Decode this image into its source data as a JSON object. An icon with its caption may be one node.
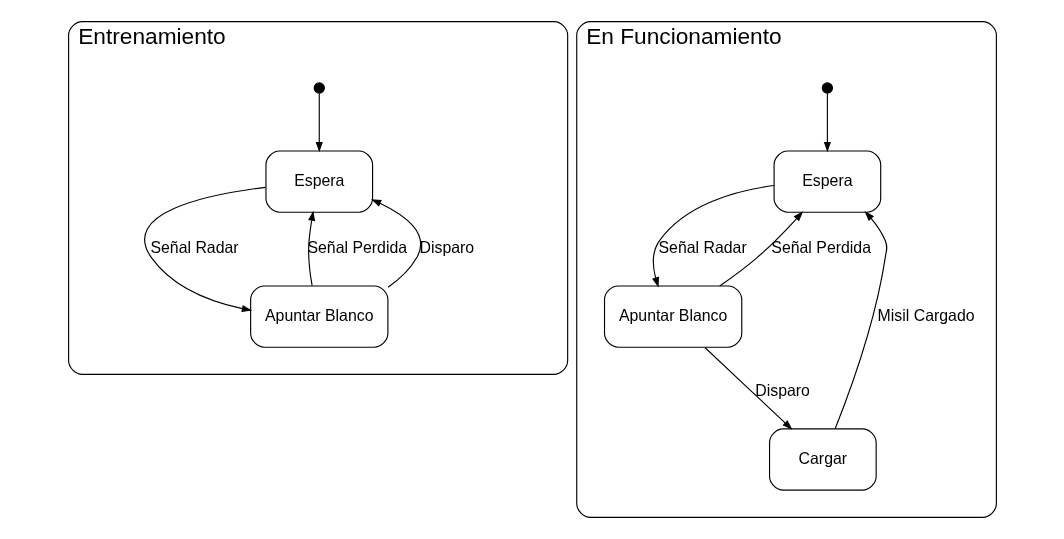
{
  "diagram": {
    "nodes": [
      {
        "text": [
          "Entrenamiento"
        ]
      },
      {
        "text": [],
        "shape": "circle",
        "in": 0
      },
      {
        "text": [
          "Espera"
        ],
        "in": 0
      },
      {
        "text": [
          "Apuntar Blanco"
        ],
        "in": 0
      },
      {
        "text": [
          "En Funcionamiento"
        ]
      },
      {
        "text": [],
        "shape": "circle",
        "in": 4
      },
      {
        "text": [
          "Espera"
        ],
        "in": 4
      },
      {
        "text": [
          "Cargar"
        ],
        "in": 4
      },
      {
        "text": [
          "Apuntar Blanco"
        ],
        "in": 4
      }
    ],
    "edges": [
      {
        "from": 1,
        "to": 2,
        "arrow": "to"
      },
      {
        "from": 2,
        "to": 3,
        "arrow": "to",
        "label": "Señal Radar"
      },
      {
        "from": 3,
        "to": 2,
        "arrow": "to",
        "label": "Señal Perdida"
      },
      {
        "from": 3,
        "to": 2,
        "arrow": "to",
        "label": "Disparo"
      },
      {
        "from": 5,
        "to": 6,
        "arrow": "to"
      },
      {
        "from": 7,
        "to": 6,
        "arrow": "to",
        "label": "Misil Cargado"
      },
      {
        "from": 6,
        "to": 8,
        "arrow": "to",
        "label": "Señal Radar"
      },
      {
        "from": 8,
        "to": 6,
        "arrow": "to",
        "label": "Señal Perdida"
      },
      {
        "from": 8,
        "to": 7,
        "arrow": "to",
        "label": "Disparo"
      }
    ]
  }
}
